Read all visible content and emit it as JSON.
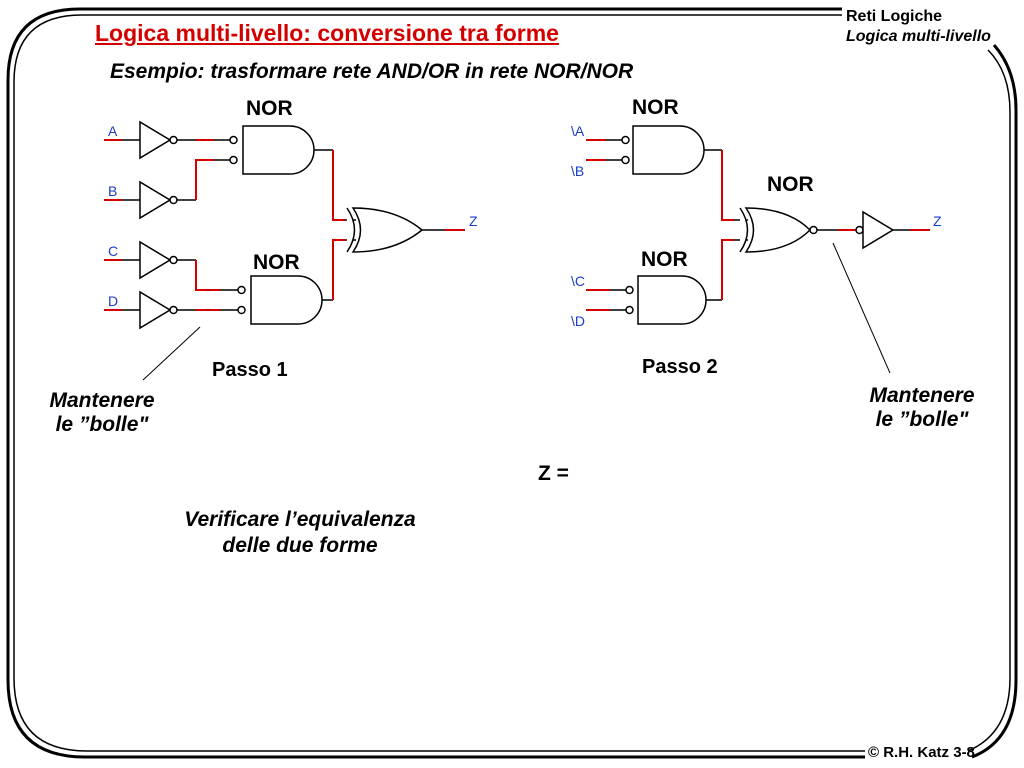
{
  "header": {
    "course": "Reti Logiche",
    "section": "Logica multi-livello"
  },
  "title": "Logica multi-livello: conversione tra forme",
  "subtitle": "Esempio: trasformare rete AND/OR in rete NOR/NOR",
  "step1": {
    "inputs": [
      "A",
      "B",
      "C",
      "D"
    ],
    "output": "Z",
    "gate_labels": [
      "NOR",
      "NOR"
    ],
    "caption": "Passo 1",
    "note_line1": "Mantenere",
    "note_line2": "le ”bolle\""
  },
  "step2": {
    "inputs": [
      "\\A",
      "\\B",
      "\\C",
      "\\D"
    ],
    "output": "Z",
    "gate_labels": [
      "NOR",
      "NOR",
      "NOR"
    ],
    "caption": "Passo 2",
    "note_line1": "Mantenere",
    "note_line2": "le ”bolle\""
  },
  "equation": "Z =",
  "verify_line1": "Verificare l’equivalenza",
  "verify_line2": "delle due forme",
  "footer": "© R.H. Katz 3-8",
  "colors": {
    "title": "#d40000",
    "wire_highlight": "#d40000",
    "signal_label": "#1a3cc8",
    "line": "#000000"
  }
}
